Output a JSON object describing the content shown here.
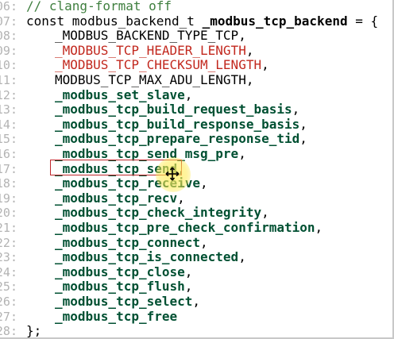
{
  "editor": {
    "lines": [
      {
        "num": "06",
        "indent": 1,
        "tokens": [
          {
            "text": "// clang-format off",
            "style": "comment"
          }
        ]
      },
      {
        "num": "07",
        "indent": 1,
        "tokens": [
          {
            "text": "const modbus_backend_t ",
            "style": "plain"
          },
          {
            "text": "_modbus_tcp_backend",
            "style": "bold"
          },
          {
            "text": " = {",
            "style": "plain"
          }
        ]
      },
      {
        "num": "08",
        "indent": 2,
        "tokens": [
          {
            "text": "_MODBUS_BACKEND_TYPE_TCP,",
            "style": "plain"
          }
        ]
      },
      {
        "num": "09",
        "indent": 2,
        "tokens": [
          {
            "text": "_MODBUS_TCP_HEADER_LENGTH",
            "style": "macro"
          },
          {
            "text": ",",
            "style": "plain"
          }
        ]
      },
      {
        "num": "10",
        "indent": 2,
        "tokens": [
          {
            "text": "_MODBUS_TCP_CHECKSUM_LENGTH",
            "style": "macro"
          },
          {
            "text": ",",
            "style": "plain"
          }
        ]
      },
      {
        "num": "11",
        "indent": 2,
        "tokens": [
          {
            "text": "MODBUS_TCP_MAX_ADU_LENGTH,",
            "style": "plain"
          }
        ]
      },
      {
        "num": "12",
        "indent": 2,
        "tokens": [
          {
            "text": "_modbus_set_slave",
            "style": "fn"
          },
          {
            "text": ",",
            "style": "plain"
          }
        ]
      },
      {
        "num": "13",
        "indent": 2,
        "tokens": [
          {
            "text": "_modbus_tcp_build_request_basis",
            "style": "fn"
          },
          {
            "text": ",",
            "style": "plain"
          }
        ]
      },
      {
        "num": "14",
        "indent": 2,
        "tokens": [
          {
            "text": "_modbus_tcp_build_response_basis",
            "style": "fn"
          },
          {
            "text": ",",
            "style": "plain"
          }
        ]
      },
      {
        "num": "15",
        "indent": 2,
        "tokens": [
          {
            "text": "_modbus_tcp_prepare_response_tid",
            "style": "fn"
          },
          {
            "text": ",",
            "style": "plain"
          }
        ]
      },
      {
        "num": "16",
        "indent": 2,
        "tokens": [
          {
            "text": "_modbus_tcp_send_msg_pre",
            "style": "fn"
          },
          {
            "text": ",",
            "style": "plain"
          }
        ]
      },
      {
        "num": "17",
        "indent": 2,
        "tokens": [
          {
            "text": "_modbus_tcp_send",
            "style": "fn"
          },
          {
            "text": ",",
            "style": "plain"
          }
        ]
      },
      {
        "num": "18",
        "indent": 2,
        "tokens": [
          {
            "text": "_modbus_tcp_receive",
            "style": "fn"
          },
          {
            "text": ",",
            "style": "plain"
          }
        ]
      },
      {
        "num": "19",
        "indent": 2,
        "tokens": [
          {
            "text": "_modbus_tcp_recv",
            "style": "fn"
          },
          {
            "text": ",",
            "style": "plain"
          }
        ]
      },
      {
        "num": "20",
        "indent": 2,
        "tokens": [
          {
            "text": "_modbus_tcp_check_integrity",
            "style": "fn"
          },
          {
            "text": ",",
            "style": "plain"
          }
        ]
      },
      {
        "num": "21",
        "indent": 2,
        "tokens": [
          {
            "text": "_modbus_tcp_pre_check_confirmation",
            "style": "fn"
          },
          {
            "text": ",",
            "style": "plain"
          }
        ]
      },
      {
        "num": "22",
        "indent": 2,
        "tokens": [
          {
            "text": "_modbus_tcp_connect",
            "style": "fn"
          },
          {
            "text": ",",
            "style": "plain"
          }
        ]
      },
      {
        "num": "23",
        "indent": 2,
        "tokens": [
          {
            "text": "_modbus_tcp_is_connected",
            "style": "fn"
          },
          {
            "text": ",",
            "style": "plain"
          }
        ]
      },
      {
        "num": "24",
        "indent": 2,
        "tokens": [
          {
            "text": "_modbus_tcp_close",
            "style": "fn"
          },
          {
            "text": ",",
            "style": "plain"
          }
        ]
      },
      {
        "num": "25",
        "indent": 2,
        "tokens": [
          {
            "text": "_modbus_tcp_flush",
            "style": "fn"
          },
          {
            "text": ",",
            "style": "plain"
          }
        ]
      },
      {
        "num": "26",
        "indent": 2,
        "tokens": [
          {
            "text": "_modbus_tcp_select",
            "style": "fn"
          },
          {
            "text": ",",
            "style": "plain"
          }
        ]
      },
      {
        "num": "27",
        "indent": 2,
        "tokens": [
          {
            "text": "_modbus_tcp_free",
            "style": "fn"
          }
        ]
      },
      {
        "num": "28",
        "indent": 1,
        "tokens": [
          {
            "text": "};",
            "style": "plain"
          }
        ]
      }
    ]
  },
  "colors": {
    "comment": "#3f7f3f",
    "function": "#005032",
    "macro": "#c2281e",
    "selection_box": "#c0282d",
    "cursor_glow": "#fff06e",
    "gutter": "#b3b3b3"
  },
  "cursor": {
    "icon": "crosshair-move-icon"
  }
}
